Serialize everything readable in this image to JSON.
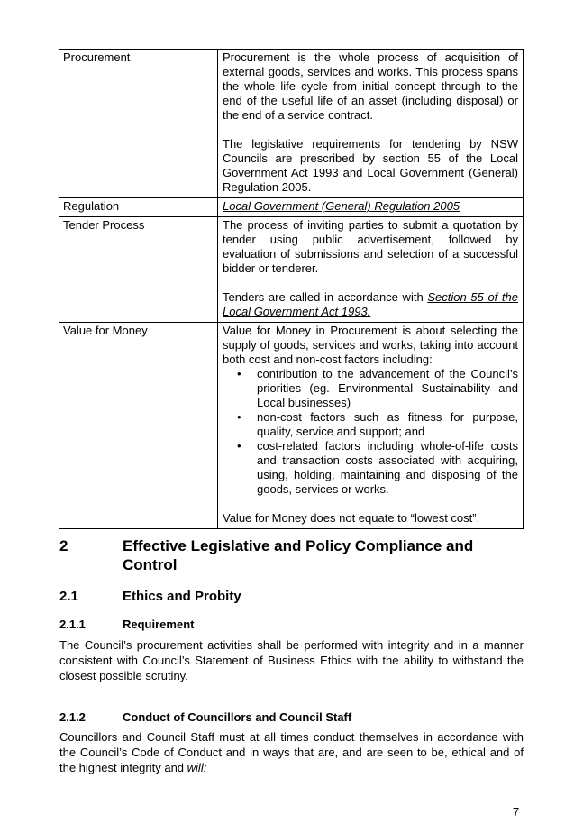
{
  "table": {
    "rows": [
      {
        "term": "Procurement",
        "paras": [
          "Procurement is the whole process of acquisition of external goods, services and works. This process spans the whole life cycle from initial concept through to the end of the useful life of an asset (including disposal) or the end of a service contract.",
          "The legislative requirements for tendering by NSW Councils are prescribed by section 55 of the Local Government Act 1993 and Local Government (General) Regulation 2005."
        ]
      },
      {
        "term": "Regulation",
        "link": "Local Government (General) Regulation 2005"
      },
      {
        "term": "Tender Process",
        "para1": "The process of inviting parties to submit a quotation by tender using public advertisement, followed by evaluation of submissions and selection of a successful bidder or tenderer.",
        "para2_prefix": "Tenders are called in accordance with ",
        "para2_link": "Section 55 of the Local Government Act 1993."
      },
      {
        "term": "Value for Money",
        "intro": "Value for Money in Procurement is about selecting the supply of goods, services and works, taking into account both cost and non-cost factors including:",
        "bullets": [
          "contribution to the advancement of the Council’s priorities (eg. Environmental Sustainability and Local businesses)",
          "non-cost factors such as fitness for purpose, quality, service and support; and",
          "cost-related factors including whole-of-life costs and transaction costs associated with acquiring, using, holding, maintaining and disposing of the goods, services or works."
        ],
        "closing": "Value for Money does not equate to “lowest cost”."
      }
    ]
  },
  "section": {
    "number": "2",
    "title": "Effective Legislative and Policy Compliance and Control"
  },
  "subsection": {
    "number": "2.1",
    "title": "Ethics and Probity"
  },
  "sub1": {
    "number": "2.1.1",
    "title": "Requirement",
    "body": "The Council’s procurement activities shall be performed with integrity and in a manner consistent with Council’s Statement of Business Ethics with the ability to withstand the closest possible scrutiny."
  },
  "sub2": {
    "number": "2.1.2",
    "title": "Conduct of Councillors and Council Staff",
    "body": "Councillors and Council Staff must at all times conduct themselves in accordance with the Council’s Code of Conduct and in ways that are, and are seen to be, ethical and of the highest integrity and ",
    "body_emph": "will:"
  },
  "page_number": "7"
}
